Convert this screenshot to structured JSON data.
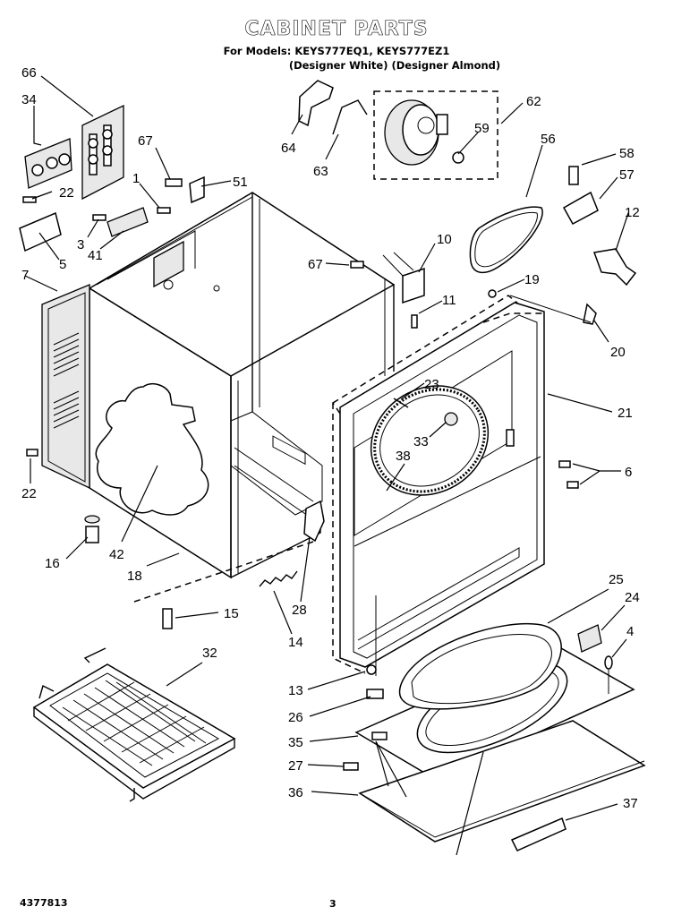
{
  "header": {
    "title": "CABINET PARTS",
    "models": "For Models: KEYS777EQ1, KEYS777EZ1",
    "variants": "(Designer White) (Designer Almond)"
  },
  "footer": {
    "part_number": "4377813",
    "page_number": "3"
  },
  "callouts": [
    "66",
    "34",
    "67",
    "51",
    "22",
    "1",
    "5",
    "3",
    "41",
    "7",
    "22",
    "16",
    "42",
    "18",
    "64",
    "63",
    "62",
    "59",
    "56",
    "58",
    "57",
    "12",
    "10",
    "67",
    "11",
    "19",
    "20",
    "21",
    "23",
    "33",
    "38",
    "6",
    "15",
    "14",
    "28",
    "32",
    "25",
    "24",
    "4",
    "13",
    "26",
    "35",
    "27",
    "36",
    "37"
  ]
}
